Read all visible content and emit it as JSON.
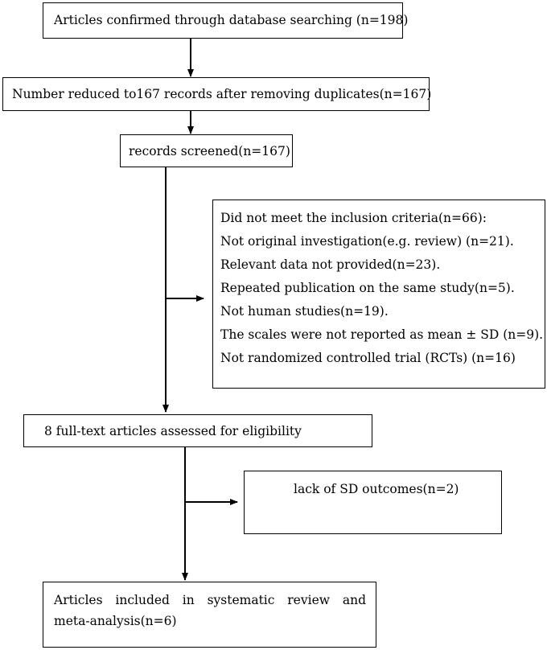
{
  "flow": {
    "identified": "Articles confirmed through database searching (n=198)",
    "deduplicated": "Number reduced to167 records after removing duplicates(n=167)",
    "screened": "records screened(n=167)",
    "excluded": {
      "heading": "Did not meet the inclusion criteria(n=66):",
      "reasons": [
        "Not original investigation(e.g. review) (n=21).",
        "Relevant data not provided(n=23).",
        "Repeated publication on the same study(n=5).",
        "Not human studies(n=19).",
        "The scales were not reported as mean ± SD (n=9).",
        "Not randomized controlled trial (RCTs) (n=16)"
      ]
    },
    "eligibility": "8 full-text articles assessed for eligibility",
    "excluded_fulltext": "lack of SD outcomes(n=2)",
    "included": {
      "line1": "Articles included in systematic review and",
      "line2": "meta-analysis(n=6)"
    }
  }
}
